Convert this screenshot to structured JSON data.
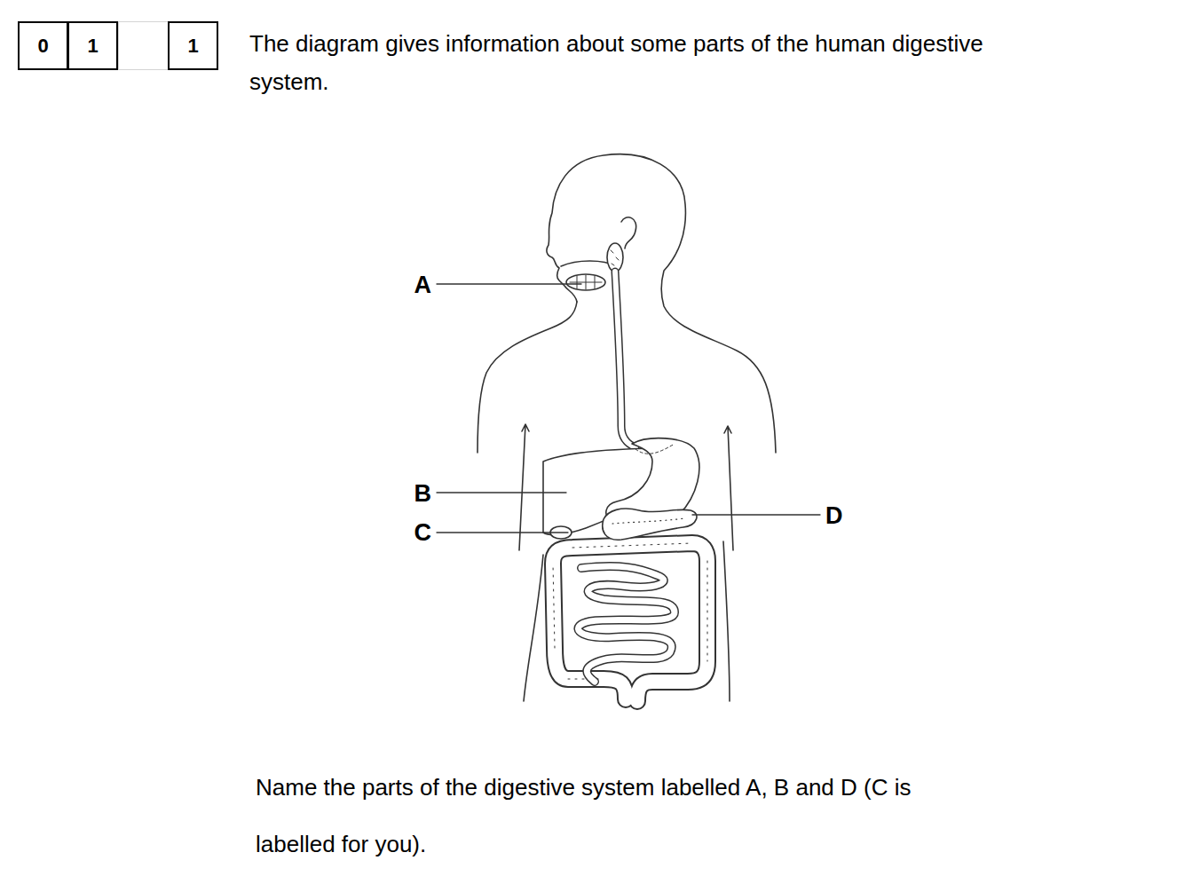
{
  "diagram": {
    "nodes": [
      {
        "text": [
          "0"
        ]
      },
      {
        "text": [
          "1"
        ]
      },
      {
        "text": [
          "1"
        ]
      }
    ],
    "labels": [
      "The diagram gives information about some parts of the human digestive system.",
      "A",
      "B",
      "C",
      "D",
      "Name the parts of the digestive system labelled A, B and D (C is labelled for you)."
    ]
  }
}
